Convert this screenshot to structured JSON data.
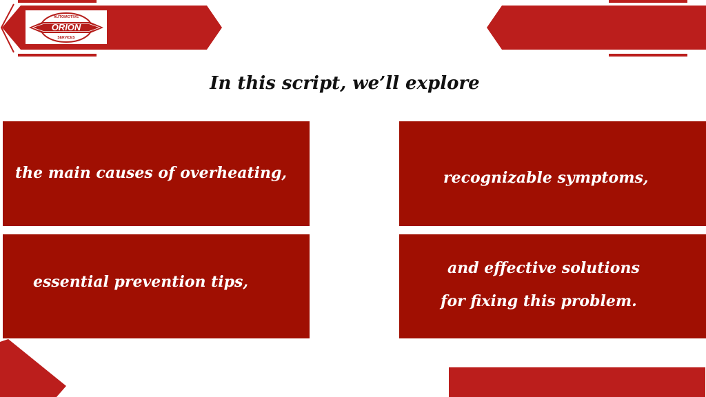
{
  "page": {
    "title": "In this script, we’ll explore"
  },
  "logo": {
    "top_text": "AUTOMOTIVE",
    "brand": "ORION",
    "sub_text": "SERVICES"
  },
  "cards": [
    {
      "lines": [
        "the main causes of overheating,"
      ]
    },
    {
      "lines": [
        "recognizable symptoms,"
      ]
    },
    {
      "lines": [
        "essential prevention tips,"
      ]
    },
    {
      "lines": [
        "and effective solutions",
        "for fixing this problem."
      ]
    }
  ],
  "colors": {
    "primary_red": "#a00f02",
    "accent_red": "#bb1e1c",
    "background": "#ffffff"
  }
}
